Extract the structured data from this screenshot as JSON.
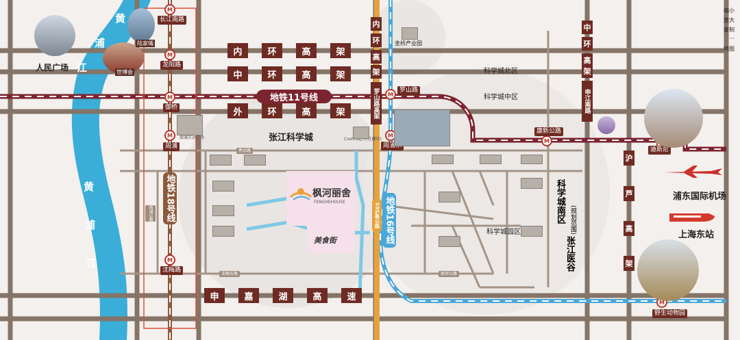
{
  "colors": {
    "road_dark": "#6e2b23",
    "road_outer": "#857468",
    "river": "#3aaed8",
    "line11": "#7c2430",
    "line16": "#4aa7d8",
    "line18": "#8b5a3c",
    "highlight_frame": "#d9503c",
    "s3": "#e6a33c"
  },
  "ring_roads": {
    "outer_ring_top": [
      "内",
      "环",
      "高",
      "架"
    ],
    "middle_ring": [
      "中",
      "环",
      "高",
      "架"
    ],
    "outer_ring": [
      "外",
      "环",
      "高",
      "架"
    ],
    "shenjia": [
      "申",
      "嘉",
      "湖",
      "高",
      "速"
    ],
    "luoshan": [
      "内",
      "环",
      "高",
      "架"
    ],
    "luoshan_road": "罗山路高架",
    "zhongshan": [
      "中",
      "环",
      "高",
      "架"
    ],
    "huluan": [
      "沪",
      "芦",
      "高",
      "架"
    ],
    "shenjiang_road": "申江南路"
  },
  "metro": {
    "line11_label": "地铁11号线",
    "line16_label": "地铁16号线",
    "line18_label": "地铁18号线",
    "s3_label": "S3沪奉公路"
  },
  "stations": {
    "changjiang": "长江南路",
    "longyang": "龙阳路",
    "yuqiao": "御桥",
    "zhoupu": "周浦",
    "shenmei": "沈梅路",
    "luoshan": "罗山路",
    "zhoupudong": "周浦东",
    "kangxin": "康新公路",
    "disney": "迪斯尼",
    "wildlife": "野生动物园"
  },
  "places": {
    "people_square": "人民广场",
    "expo": "世博会",
    "lujiazui": "陆家嘴",
    "zhangjiang": "张江科学城",
    "jinqiao": "金桥产业园",
    "science_north": "科学城北区",
    "science_middle": "科学城中区",
    "science_south": "科学城南区",
    "science_south_plan": "(规划范围)",
    "zhangjiang_medical": "张江医谷",
    "science_park": "科学城园区",
    "airport": "浦东国际机场",
    "hongqiao_east": "上海东站",
    "huangpu_1": "黄",
    "huangpu_2": "浦",
    "huangpu_3": "江",
    "project_name": "枫河丽舍",
    "project_en": "FENGHEHOUSE",
    "food_street": "美食街",
    "mall": "Costco超市(在建中)",
    "wanda": "周浦万达广场",
    "zhongshan_label": "中"
  },
  "road_tags": {
    "zhoupu_road": "周邓公路",
    "shenmei_road": "沈梅东路",
    "xiuyan": "秀沿路",
    "zhoushan": "周浦公路"
  },
  "map_controls": [
    "缩小",
    "放大",
    "复制",
    "···",
    "地图"
  ]
}
